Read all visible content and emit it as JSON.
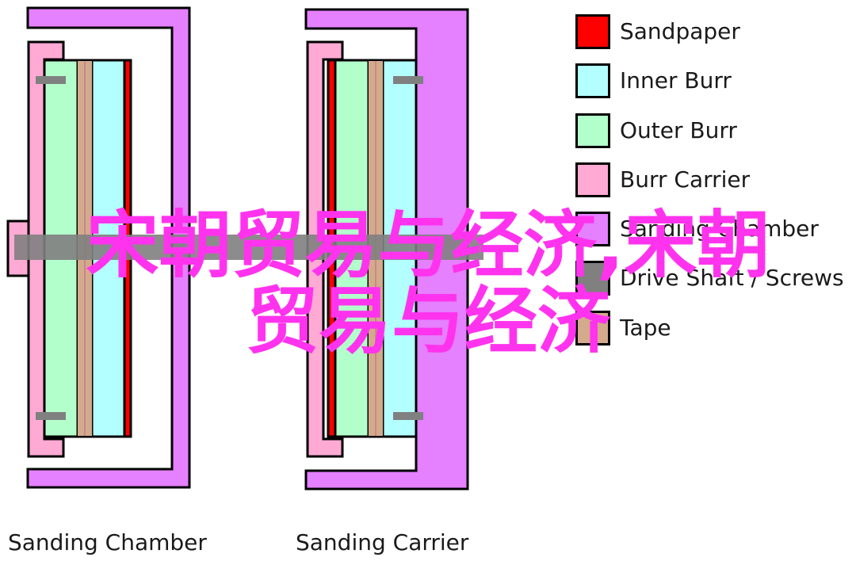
{
  "colors": {
    "sandpaper": "#ff0000",
    "inner_burr": "#b3ffff",
    "outer_burr": "#b3ffcc",
    "burr_carrier": "#ffaad4",
    "sanding_chamber": "#e580ff",
    "drive_shaft": "#808080",
    "tape": "#d4aa8c",
    "watermark": "#ff33ee"
  },
  "legend": [
    {
      "label": "Sandpaper",
      "color": "#ff0000"
    },
    {
      "label": "Inner Burr",
      "color": "#b3ffff"
    },
    {
      "label": "Outer Burr",
      "color": "#b3ffcc"
    },
    {
      "label": "Burr Carrier",
      "color": "#ffaad4"
    },
    {
      "label": "Sanding Chamber",
      "color": "#e580ff"
    },
    {
      "label": "Drive Shaft / Screws",
      "color": "#808080"
    },
    {
      "label": "Tape",
      "color": "#d4aa8c"
    }
  ],
  "captions": {
    "left": "Sanding Chamber",
    "right": "Sanding Carrier"
  },
  "watermark": {
    "text": "宋朝贸易与经济,宋朝\n贸易与经济"
  }
}
